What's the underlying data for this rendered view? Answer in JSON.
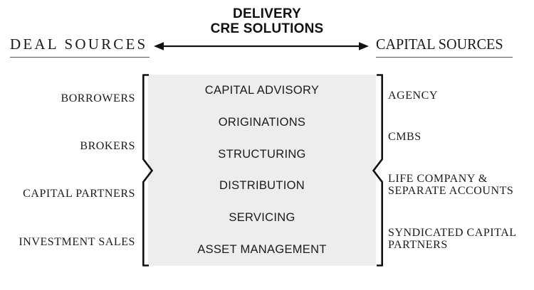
{
  "header": {
    "center_title": "DELIVERY\nCRE SOLUTIONS",
    "left_heading": "DEAL SOURCES",
    "right_heading": "CAPITAL SOURCES",
    "arrow": "double-headed-horizontal-arrow"
  },
  "deal_sources": [
    {
      "label": "BORROWERS"
    },
    {
      "label": "BROKERS"
    },
    {
      "label": "CAPITAL PARTNERS"
    },
    {
      "label": "INVESTMENT SALES"
    }
  ],
  "cre_solutions": [
    {
      "label": "CAPITAL ADVISORY"
    },
    {
      "label": "ORIGINATIONS"
    },
    {
      "label": "STRUCTURING"
    },
    {
      "label": "DISTRIBUTION"
    },
    {
      "label": "SERVICING"
    },
    {
      "label": "ASSET MANAGEMENT"
    }
  ],
  "capital_sources": [
    {
      "label": "AGENCY"
    },
    {
      "label": "CMBS"
    },
    {
      "label": "LIFE COMPANY &\nSEPARATE ACCOUNTS"
    },
    {
      "label": "SYNDICATED CAPITAL\nPARTNERS"
    }
  ],
  "colors": {
    "panel_background": "#ededed",
    "text": "#1a1a1a",
    "line": "#111111",
    "rule": "#55555a",
    "page_background": "#ffffff"
  }
}
